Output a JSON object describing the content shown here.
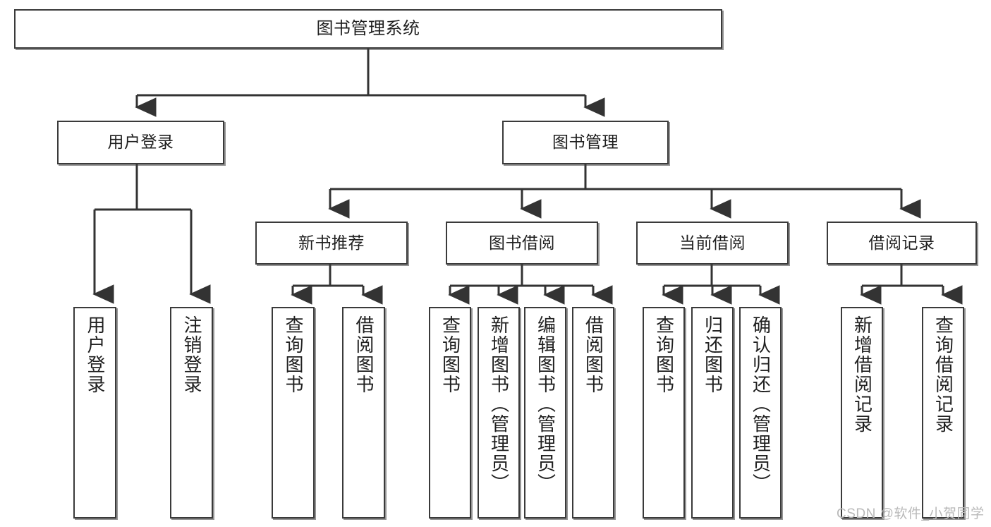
{
  "diagram": {
    "type": "tree-hierarchy",
    "title": "图书管理系统",
    "orientation": "top-down",
    "watermark": "CSDN @软件_小贺同学",
    "colors": {
      "node_border": "#3a3a3a",
      "node_fill": "#ffffff",
      "edge": "#333333",
      "text": "#1f1f1f",
      "watermark": "#b9b9b9"
    },
    "levels": [
      {
        "level": 0,
        "nodes": [
          {
            "id": "root",
            "label": "图书管理系统",
            "orientation": "horizontal"
          }
        ]
      },
      {
        "level": 1,
        "nodes": [
          {
            "id": "user-login",
            "label": "用户登录",
            "orientation": "horizontal",
            "parent": "root"
          },
          {
            "id": "book-manage",
            "label": "图书管理",
            "orientation": "horizontal",
            "parent": "root"
          }
        ]
      },
      {
        "level": 2,
        "nodes": [
          {
            "id": "new-book-rec",
            "label": "新书推荐",
            "orientation": "horizontal",
            "parent": "book-manage"
          },
          {
            "id": "book-borrow",
            "label": "图书借阅",
            "orientation": "horizontal",
            "parent": "book-manage"
          },
          {
            "id": "current-borrow",
            "label": "当前借阅",
            "orientation": "horizontal",
            "parent": "book-manage"
          },
          {
            "id": "borrow-record",
            "label": "借阅记录",
            "orientation": "horizontal",
            "parent": "book-manage"
          }
        ]
      },
      {
        "level": 3,
        "nodes": [
          {
            "id": "leaf-user-login",
            "label": "用户登录",
            "orientation": "vertical",
            "parent": "user-login"
          },
          {
            "id": "leaf-logout",
            "label": "注销登录",
            "orientation": "vertical",
            "parent": "user-login"
          },
          {
            "id": "leaf-query-book-1",
            "label": "查询图书",
            "orientation": "vertical",
            "parent": "new-book-rec"
          },
          {
            "id": "leaf-borrow-book-1",
            "label": "借阅图书",
            "orientation": "vertical",
            "parent": "new-book-rec"
          },
          {
            "id": "leaf-query-book-2",
            "label": "查询图书",
            "orientation": "vertical",
            "parent": "book-borrow"
          },
          {
            "id": "leaf-add-book",
            "label": "新增图书（管理员）",
            "orientation": "vertical",
            "parent": "book-borrow"
          },
          {
            "id": "leaf-edit-book",
            "label": "编辑图书（管理员）",
            "orientation": "vertical",
            "parent": "book-borrow"
          },
          {
            "id": "leaf-borrow-book-2",
            "label": "借阅图书",
            "orientation": "vertical",
            "parent": "book-borrow"
          },
          {
            "id": "leaf-query-book-3",
            "label": "查询图书",
            "orientation": "vertical",
            "parent": "current-borrow"
          },
          {
            "id": "leaf-return-book",
            "label": "归还图书",
            "orientation": "vertical",
            "parent": "current-borrow"
          },
          {
            "id": "leaf-confirm-return",
            "label": "确认归还（管理员）",
            "orientation": "vertical",
            "parent": "current-borrow"
          },
          {
            "id": "leaf-add-record",
            "label": "新增借阅记录",
            "orientation": "vertical",
            "parent": "borrow-record"
          },
          {
            "id": "leaf-query-record",
            "label": "查询借阅记录",
            "orientation": "vertical",
            "parent": "borrow-record"
          }
        ]
      }
    ]
  }
}
